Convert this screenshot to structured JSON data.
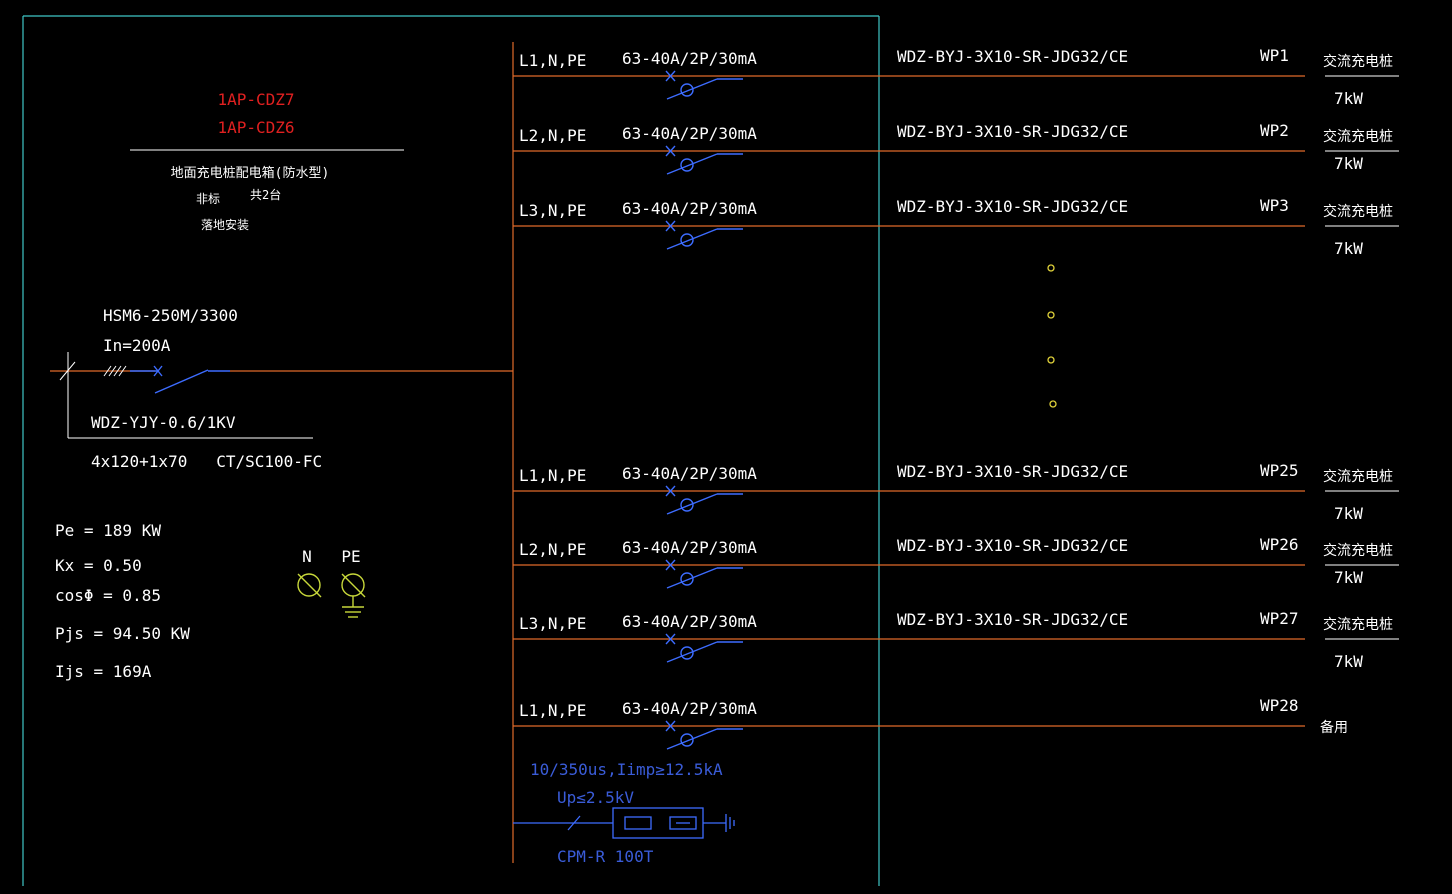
{
  "colors": {
    "frame": "#3fc6c6",
    "bus": "#e06a2a",
    "breaker": "#3d6cff",
    "text": "#ffffff",
    "title_red": "#e02020",
    "ground": "#c8d83a",
    "dots": "#e0d23a",
    "spd_text": "#3a5cd8"
  },
  "box": {
    "ids": [
      "1AP-CDZ7",
      "1AP-CDZ6"
    ],
    "name": "地面充电桩配电箱(防水型)",
    "type": "非标",
    "count": "共2台",
    "install": "落地安装"
  },
  "main_breaker": {
    "model": "HSM6-250M/3300",
    "rating": "In=200A"
  },
  "feeder_cable": {
    "type": "WDZ-YJY-0.6/1KV",
    "spec": "4x120+1x70   CT/SC100-FC"
  },
  "loads": {
    "pe": "Pe = 189 KW",
    "kx": "Kx = 0.50",
    "cos": "cosΦ = 0.85",
    "pjs": "Pjs = 94.50 KW",
    "ijs": "Ijs = 169A"
  },
  "terminals": {
    "n": "N",
    "pe": "PE"
  },
  "circuits": [
    {
      "phase": "L1,N,PE",
      "breaker": "63-40A/2P/30mA",
      "cable": "WDZ-BYJ-3X10-SR-JDG32/CE",
      "id": "WP1",
      "load": "交流充电桩",
      "power": "7kW"
    },
    {
      "phase": "L2,N,PE",
      "breaker": "63-40A/2P/30mA",
      "cable": "WDZ-BYJ-3X10-SR-JDG32/CE",
      "id": "WP2",
      "load": "交流充电桩",
      "power": "7kW"
    },
    {
      "phase": "L3,N,PE",
      "breaker": "63-40A/2P/30mA",
      "cable": "WDZ-BYJ-3X10-SR-JDG32/CE",
      "id": "WP3",
      "load": "交流充电桩",
      "power": "7kW"
    },
    {
      "phase": "L1,N,PE",
      "breaker": "63-40A/2P/30mA",
      "cable": "WDZ-BYJ-3X10-SR-JDG32/CE",
      "id": "WP25",
      "load": "交流充电桩",
      "power": "7kW"
    },
    {
      "phase": "L2,N,PE",
      "breaker": "63-40A/2P/30mA",
      "cable": "WDZ-BYJ-3X10-SR-JDG32/CE",
      "id": "WP26",
      "load": "交流充电桩",
      "power": "7kW"
    },
    {
      "phase": "L3,N,PE",
      "breaker": "63-40A/2P/30mA",
      "cable": "WDZ-BYJ-3X10-SR-JDG32/CE",
      "id": "WP27",
      "load": "交流充电桩",
      "power": "7kW"
    },
    {
      "phase": "L1,N,PE",
      "breaker": "63-40A/2P/30mA",
      "cable": "",
      "id": "WP28",
      "load": "备用",
      "power": ""
    }
  ],
  "spd": {
    "spec1": "10/350us,Iimp≥12.5kA",
    "spec2": "Up≤2.5kV",
    "model": "CPM-R 100T"
  }
}
